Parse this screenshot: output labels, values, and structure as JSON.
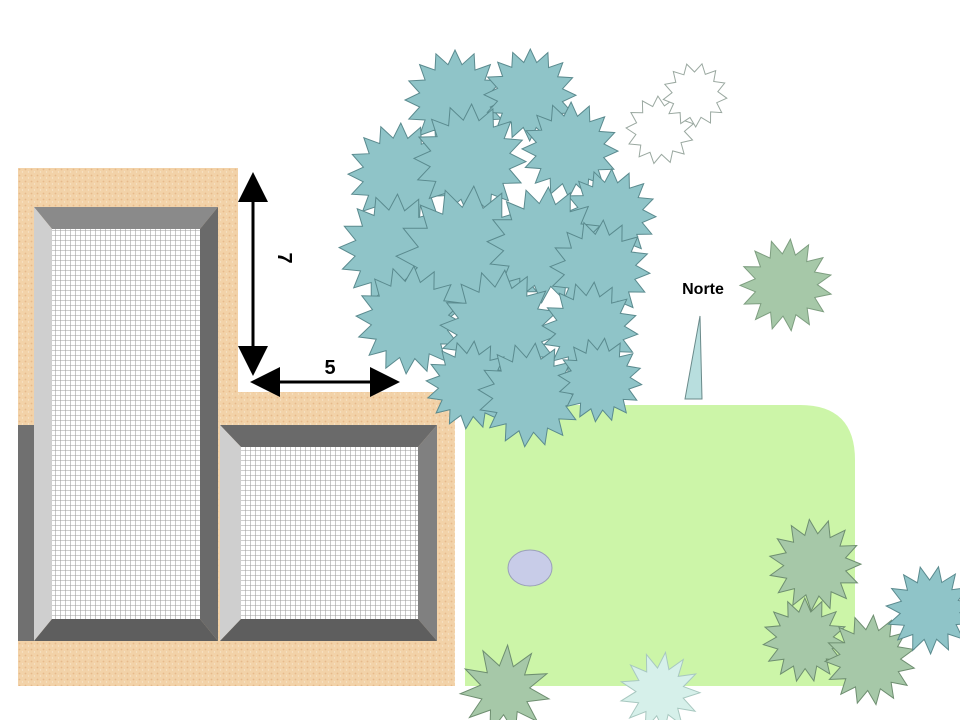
{
  "labels": {
    "north": "Norte",
    "dim_vertical": "7",
    "dim_horizontal": "5"
  },
  "colors": {
    "ground": "#f2d2a8",
    "lawn": "#ccf5a8",
    "roof_light": "#c4c4c4",
    "roof_dark": "#707070",
    "roof_grid": "#b8b8b8",
    "tree": "#8fc4c8",
    "shrub": "#a6c8a8",
    "stone": "#c8cce8",
    "north_arrow": "#b8dede"
  },
  "icons": {
    "north_arrow": "north-arrow-icon",
    "dimension_arrow": "double-arrow-icon"
  }
}
